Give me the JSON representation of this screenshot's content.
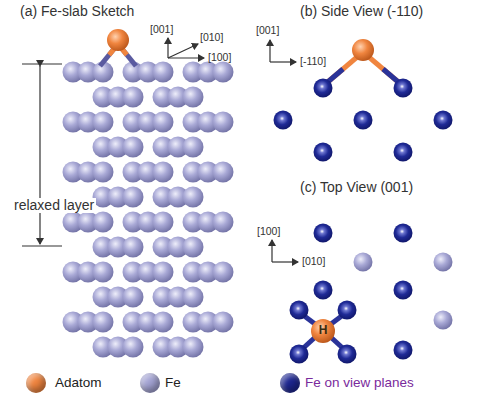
{
  "diagram": {
    "labels": [
      "(a) Fe-slab Sketch",
      "[001]",
      "[010]",
      "[100]",
      "relaxed layer",
      "(b) Side View (-110)",
      "[001]",
      "[-110]",
      "(c) Top View (001)",
      "[100]",
      "[010]",
      "H"
    ],
    "legend": [
      {
        "text": "Adatom",
        "color": "#f0853f"
      },
      {
        "text": "Fe",
        "color": "#a3a3d3"
      },
      {
        "text": "Fe on view planes",
        "color": "#1d2690"
      }
    ]
  }
}
